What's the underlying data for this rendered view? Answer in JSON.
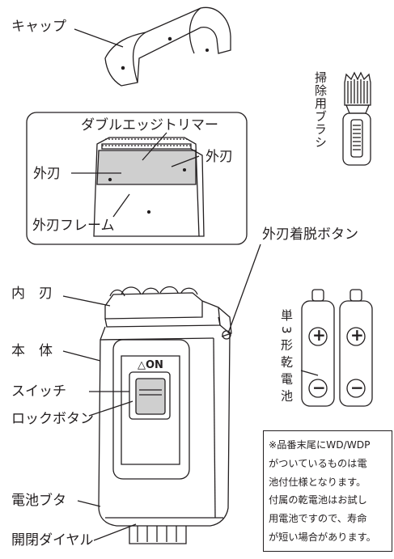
{
  "labels": {
    "cap": "キャップ",
    "double_edge_trimmer": "ダブルエッジトリマー",
    "outer_blade_right": "外刃",
    "outer_blade_left": "外刃",
    "outer_blade_frame": "外刃フレーム",
    "cleaning_brush": "掃除用ブラシ",
    "outer_blade_release_button": "外刃着脱ボタン",
    "inner_blade": "内　刃",
    "body": "本　体",
    "switch": "スイッチ",
    "lock_button": "ロックボタン",
    "battery_cover": "電池ブタ",
    "open_close_dial": "開閉ダイヤル",
    "battery": "単3形乾電池",
    "switch_marking": "△ON"
  },
  "note": {
    "lines": [
      "※品番末尾にWD/WDP",
      "がついているものは電",
      "池付仕様となります。",
      "付属の乾電池はお試し",
      "用電池ですので、寿命",
      "が短い場合があります。"
    ]
  },
  "battery_marks": {
    "plus": "+",
    "minus": "−"
  }
}
